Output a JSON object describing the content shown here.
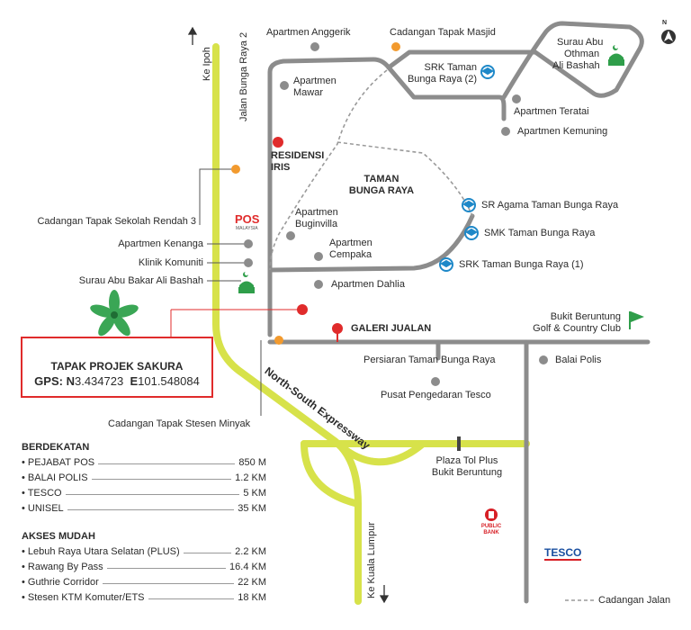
{
  "map": {
    "compass": "N",
    "places": {
      "apartmen_anggerik": "Apartmen Anggerik",
      "cadangan_tapak_masjid": "Cadangan Tapak Masjid",
      "surau_abu_othman": [
        "Surau Abu",
        "Othman",
        "Ali Bashah"
      ],
      "apartmen_mawar": [
        "Apartmen",
        "Mawar"
      ],
      "srk_taman_bunga_raya_2": [
        "SRK Taman",
        "Bunga Raya (2)"
      ],
      "apartmen_teratai": "Apartmen Teratai",
      "apartmen_kemuning": "Apartmen Kemuning",
      "residensi_iris": [
        "RESIDENSI",
        "IRIS"
      ],
      "taman_bunga_raya": [
        "TAMAN",
        "BUNGA RAYA"
      ],
      "sr_agama": "SR Agama Taman Bunga Raya",
      "smk_taman": "SMK Taman Bunga Raya",
      "srk_taman_1": "SRK Taman Bunga Raya (1)",
      "cadangan_sekolah": "Cadangan Tapak Sekolah Rendah 3",
      "apartmen_buginvilla": [
        "Apartmen",
        "Buginvilla"
      ],
      "apartmen_cempaka": [
        "Apartmen",
        "Cempaka"
      ],
      "apartmen_kenanga": "Apartmen Kenanga",
      "klinik_komuniti": "Klinik Komuniti",
      "surau_abu_bakar": "Surau Abu Bakar Ali Bashah",
      "apartmen_dahlia": "Apartmen Dahlia",
      "galeri_jualan": "GALERI JUALAN",
      "bukit_beruntung_golf": [
        "Bukit Beruntung",
        "Golf & Country Club"
      ],
      "persiaran": "Persiaran Taman Bunga Raya",
      "balai_polis": "Balai Polis",
      "pusat_tesco": "Pusat Pengedaran Tesco",
      "cadangan_stesen": "Cadangan Tapak Stesen Minyak",
      "plaza_tol": [
        "Plaza Tol Plus",
        "Bukit Beruntung"
      ],
      "pos_logo": "POS",
      "pos_logo_sub": "MALAYSIA",
      "public_bank": [
        "PUBLIC",
        "BANK"
      ],
      "tesco_logo": "TESCO"
    },
    "roads": {
      "ke_ipoh": "Ke Ipoh",
      "jalan_bunga_raya_2": "Jalan Bunga Raya 2",
      "expressway": "North-South Expressway",
      "ke_kuala_lumpur": "Ke Kuala Lumpur"
    },
    "legend_proposed_road": "Cadangan Jalan"
  },
  "project": {
    "title": "TAPAK PROJEK SAKURA",
    "gps_label": "GPS:",
    "lat_prefix": "N",
    "lat": "3.434723",
    "lon_prefix": "E",
    "lon": "101.548084"
  },
  "nearby": {
    "heading": "BERDEKATAN",
    "items": [
      {
        "name": "• PEJABAT POS",
        "value": "850 M"
      },
      {
        "name": "• BALAI POLIS",
        "value": "1.2 KM"
      },
      {
        "name": "• TESCO",
        "value": "5 KM"
      },
      {
        "name": "• UNISEL",
        "value": "35 KM"
      }
    ]
  },
  "access": {
    "heading": "AKSES MUDAH",
    "items": [
      {
        "name": "• Lebuh Raya Utara Selatan (PLUS)",
        "value": "2.2 KM"
      },
      {
        "name": "• Rawang By Pass",
        "value": "16.4 KM"
      },
      {
        "name": "• Guthrie Corridor",
        "value": "22 KM"
      },
      {
        "name": "• Stesen KTM Komuter/ETS",
        "value": "18 KM"
      }
    ]
  },
  "colors": {
    "expressway": "#d7e24a",
    "road": "#8c8c8c",
    "project_red": "#e02b2b",
    "proposed_orange": "#f29a2e",
    "poi_grey": "#8c8c8c",
    "school_blue": "#1e88c8",
    "mosque_green": "#2f9e4a",
    "leaf_green": "#3aa655"
  }
}
